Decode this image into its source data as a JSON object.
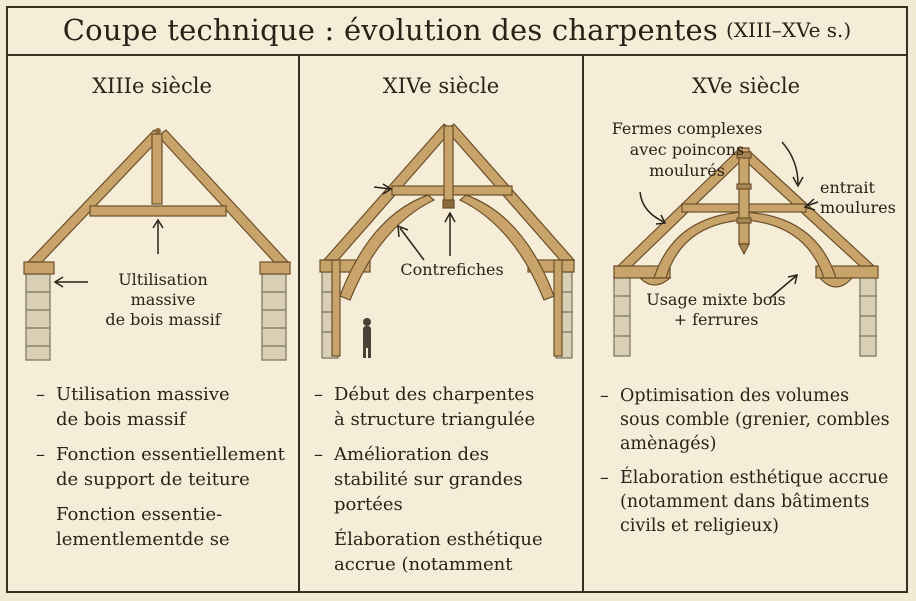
{
  "title": {
    "main": "Coupe technique : évolution des charpentes",
    "sub": "(XIII–XVe s.)"
  },
  "columns": [
    {
      "heading": "XIIIe siècle",
      "labels": {
        "annotation_1_line1": "Ultilisation massive",
        "annotation_1_line2": "de bois massif"
      },
      "bullets": [
        {
          "line1": "Utilisation massive",
          "line2": "de bois massif"
        },
        {
          "line1": "Fonction essentiellement",
          "line2": "de support de teiture"
        }
      ],
      "paragraph": {
        "line1": "Fonction essentie-",
        "line2": "lementlementde se"
      }
    },
    {
      "heading": "XIVe siècle",
      "labels": {
        "annotation_1": "Contrefiches"
      },
      "bullets": [
        {
          "line1": "Début des charpentes",
          "line2": "à structure triangulée"
        },
        {
          "line1": "Amélioration des",
          "line2": "stabilité sur grandes portées"
        }
      ],
      "paragraph": {
        "line1": "Élaboration esthétique",
        "line2": "accrue (notamment"
      }
    },
    {
      "heading": "XVe siècle",
      "labels": {
        "annotation_1_line1": "Fermes complexes",
        "annotation_1_line2": "avec poincons",
        "annotation_1_line3": "moulurés",
        "annotation_2_line1": "entrait",
        "annotation_2_line2": "moulures",
        "annotation_3_line1": "Usage mixte bois",
        "annotation_3_line2": "+ ferrures"
      },
      "bullets": [
        {
          "line1": "Optimisation des volumes",
          "line2": "sous comble (grenier, combles",
          "line3": "amènagés)"
        },
        {
          "line1": "Élaboration esthétique accrue",
          "line2": "(notamment dans bâtiments",
          "line3": "civils et religieux)"
        }
      ]
    }
  ],
  "colors": {
    "wood": "#c9a46a",
    "wood_dark": "#8a6a3a",
    "stone": "#d8cfb4",
    "ink": "#2a2218",
    "background": "#f5edd8"
  }
}
